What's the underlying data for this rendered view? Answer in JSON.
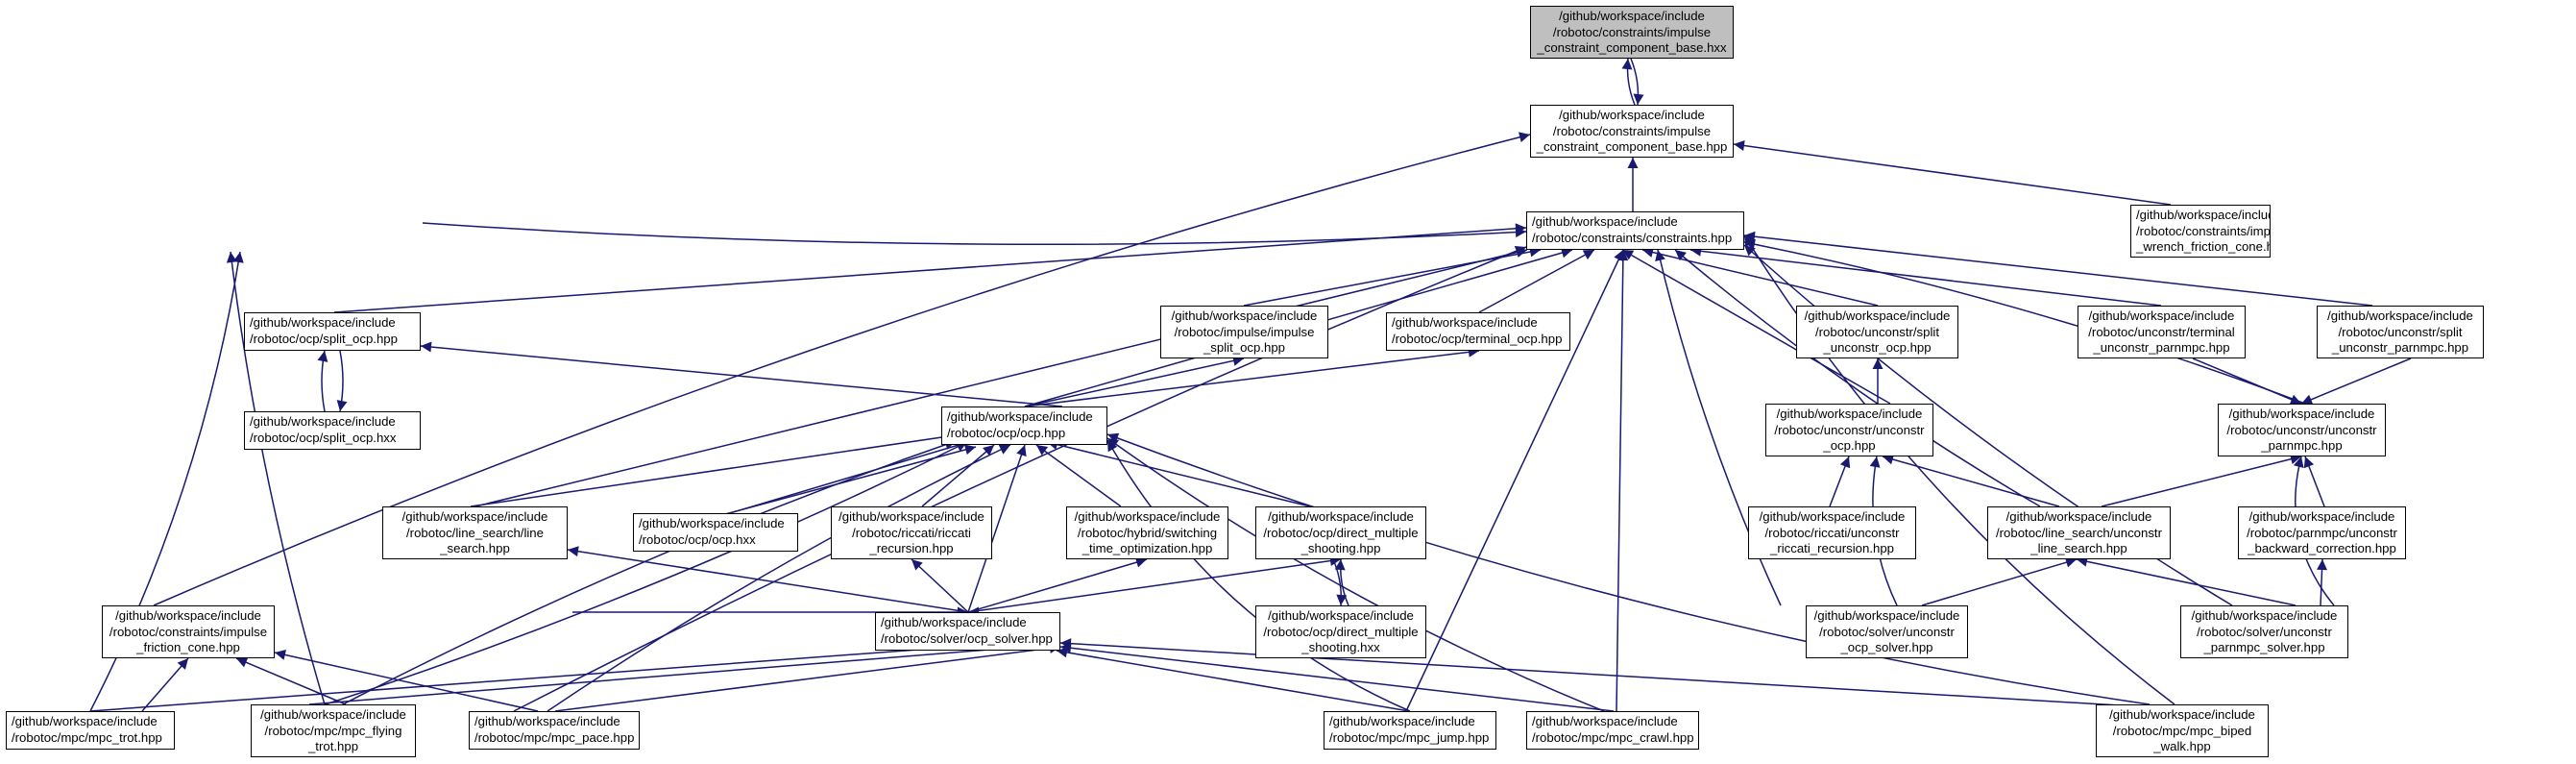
{
  "colors": {
    "edge": "#191970",
    "root_fill": "#bfbfbf",
    "node_fill": "#ffffff",
    "border": "#000000"
  },
  "nodes": {
    "n_ich_hxx": {
      "lines": [
        "/github/workspace/include",
        "/robotoc/constraints/impulse",
        "_constraint_component_base.hxx"
      ]
    },
    "n_icb_hpp": {
      "lines": [
        "/github/workspace/include",
        "/robotoc/constraints/impulse",
        "_constraint_component_base.hpp"
      ]
    },
    "n_constraints": {
      "lines": [
        "/github/workspace/include",
        "/robotoc/constraints/constraints.hpp"
      ]
    },
    "n_iwfc": {
      "lines": [
        "/github/workspace/include",
        "/robotoc/constraints/impulse",
        "_wrench_friction_cone.hpp"
      ]
    },
    "n_split_ocp_hpp": {
      "lines": [
        "/github/workspace/include",
        "/robotoc/ocp/split_ocp.hpp"
      ]
    },
    "n_split_ocp_hxx": {
      "lines": [
        "/github/workspace/include",
        "/robotoc/ocp/split_ocp.hxx"
      ]
    },
    "n_imp_split_ocp": {
      "lines": [
        "/github/workspace/include",
        "/robotoc/impulse/impulse",
        "_split_ocp.hpp"
      ]
    },
    "n_terminal_ocp": {
      "lines": [
        "/github/workspace/include",
        "/robotoc/ocp/terminal_ocp.hpp"
      ]
    },
    "n_us_split_ocp": {
      "lines": [
        "/github/workspace/include",
        "/robotoc/unconstr/split",
        "_unconstr_ocp.hpp"
      ]
    },
    "n_ut_parnmpc": {
      "lines": [
        "/github/workspace/include",
        "/robotoc/unconstr/terminal",
        "_unconstr_parnmpc.hpp"
      ]
    },
    "n_us_parnmpc": {
      "lines": [
        "/github/workspace/include",
        "/robotoc/unconstr/split",
        "_unconstr_parnmpc.hpp"
      ]
    },
    "n_ocp_hpp": {
      "lines": [
        "/github/workspace/include",
        "/robotoc/ocp/ocp.hpp"
      ]
    },
    "n_u_ocp": {
      "lines": [
        "/github/workspace/include",
        "/robotoc/unconstr/unconstr",
        "_ocp.hpp"
      ]
    },
    "n_u_parnmpc": {
      "lines": [
        "/github/workspace/include",
        "/robotoc/unconstr/unconstr",
        "_parnmpc.hpp"
      ]
    },
    "n_ls_line": {
      "lines": [
        "/github/workspace/include",
        "/robotoc/line_search/line",
        "_search.hpp"
      ]
    },
    "n_ocp_hxx": {
      "lines": [
        "/github/workspace/include",
        "/robotoc/ocp/ocp.hxx"
      ]
    },
    "n_riccati_rec": {
      "lines": [
        "/github/workspace/include",
        "/robotoc/riccati/riccati",
        "_recursion.hpp"
      ]
    },
    "n_switching": {
      "lines": [
        "/github/workspace/include",
        "/robotoc/hybrid/switching",
        "_time_optimization.hpp"
      ]
    },
    "n_dms_hpp": {
      "lines": [
        "/github/workspace/include",
        "/robotoc/ocp/direct_multiple",
        "_shooting.hpp"
      ]
    },
    "n_riccati_u": {
      "lines": [
        "/github/workspace/include",
        "/robotoc/riccati/unconstr",
        "_riccati_recursion.hpp"
      ]
    },
    "n_ls_u": {
      "lines": [
        "/github/workspace/include",
        "/robotoc/line_search/unconstr",
        "_line_search.hpp"
      ]
    },
    "n_parnmpc_bc": {
      "lines": [
        "/github/workspace/include",
        "/robotoc/parnmpc/unconstr",
        "_backward_correction.hpp"
      ]
    },
    "n_ifc": {
      "lines": [
        "/github/workspace/include",
        "/robotoc/constraints/impulse",
        "_friction_cone.hpp"
      ]
    },
    "n_ocp_solver": {
      "lines": [
        "/github/workspace/include",
        "/robotoc/solver/ocp_solver.hpp"
      ]
    },
    "n_dms_hxx": {
      "lines": [
        "/github/workspace/include",
        "/robotoc/ocp/direct_multiple",
        "_shooting.hxx"
      ]
    },
    "n_u_ocp_solver": {
      "lines": [
        "/github/workspace/include",
        "/robotoc/solver/unconstr",
        "_ocp_solver.hpp"
      ]
    },
    "n_u_parnmpc_solver": {
      "lines": [
        "/github/workspace/include",
        "/robotoc/solver/unconstr",
        "_parnmpc_solver.hpp"
      ]
    },
    "n_mpc_trot": {
      "lines": [
        "/github/workspace/include",
        "/robotoc/mpc/mpc_trot.hpp"
      ]
    },
    "n_mpc_flying": {
      "lines": [
        "/github/workspace/include",
        "/robotoc/mpc/mpc_flying",
        "_trot.hpp"
      ]
    },
    "n_mpc_pace": {
      "lines": [
        "/github/workspace/include",
        "/robotoc/mpc/mpc_pace.hpp"
      ]
    },
    "n_mpc_jump": {
      "lines": [
        "/github/workspace/include",
        "/robotoc/mpc/mpc_jump.hpp"
      ]
    },
    "n_mpc_crawl": {
      "lines": [
        "/github/workspace/include",
        "/robotoc/mpc/mpc_crawl.hpp"
      ]
    },
    "n_mpc_biped": {
      "lines": [
        "/github/workspace/include",
        "/robotoc/mpc/mpc_biped",
        "_walk.hpp"
      ]
    }
  }
}
